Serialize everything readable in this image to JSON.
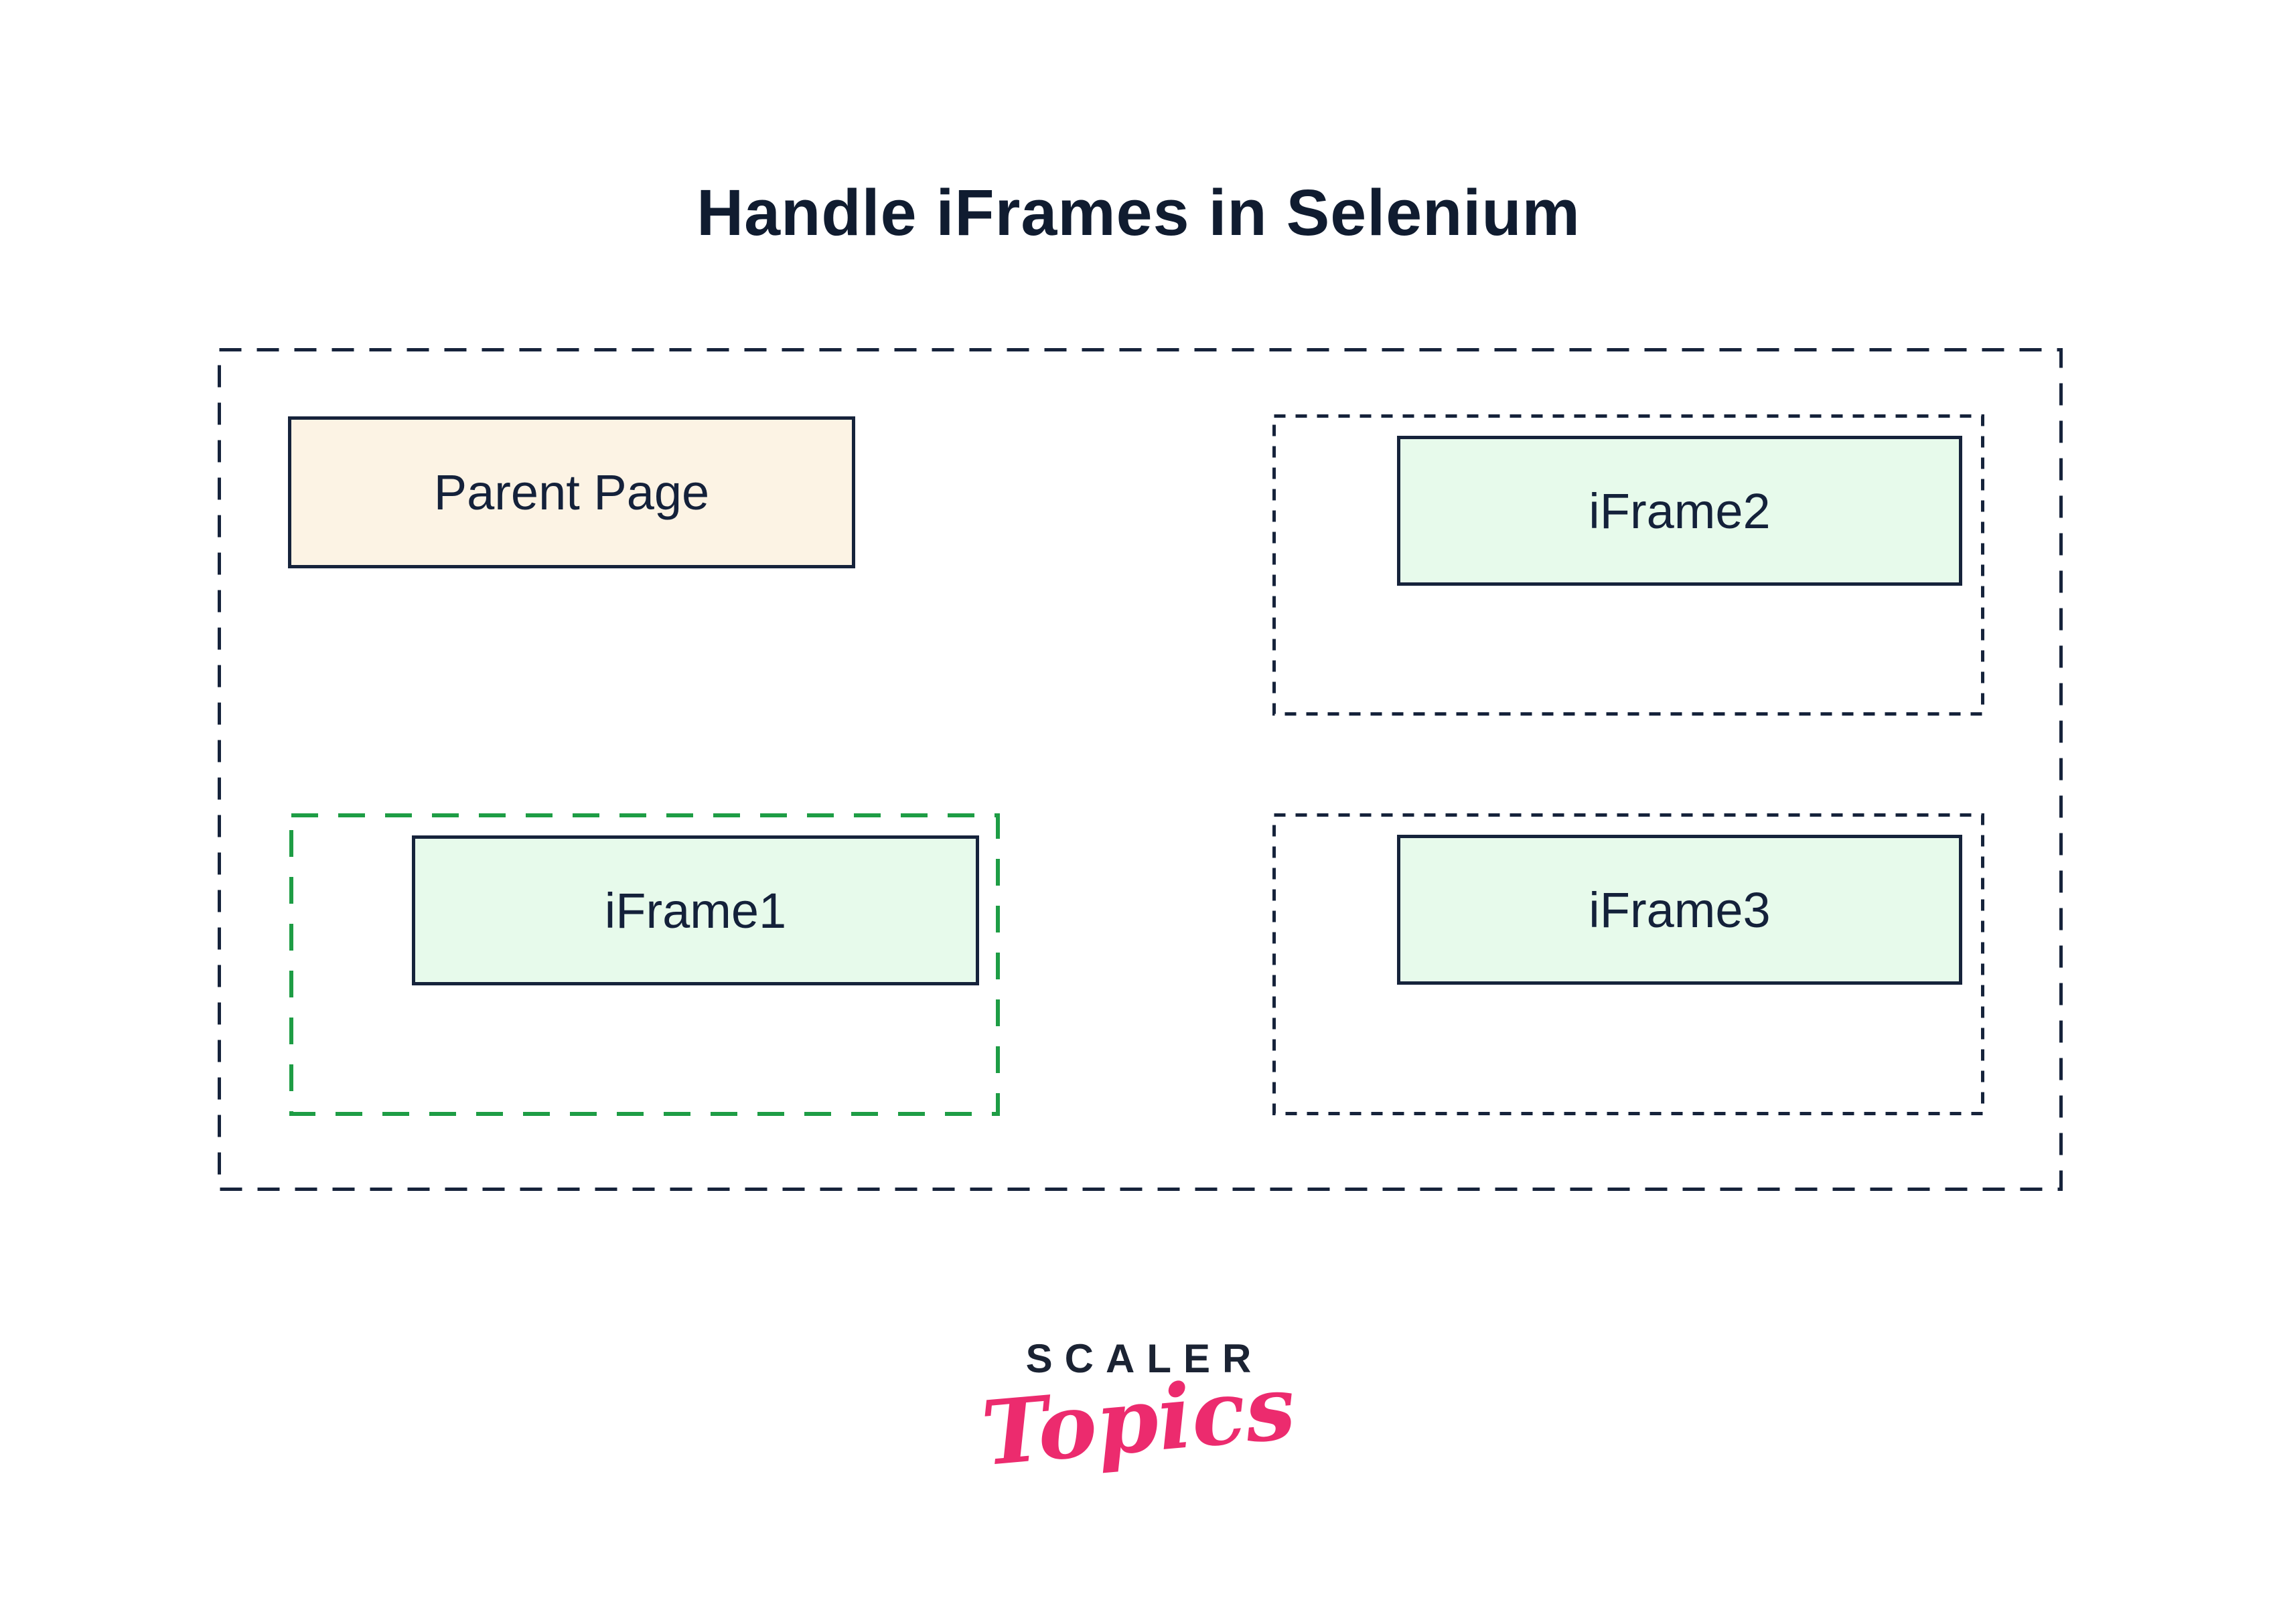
{
  "page": {
    "title": "Handle iFrames in Selenium"
  },
  "diagram": {
    "parent_page_label": "Parent Page",
    "iframe1_label": "iFrame1",
    "iframe2_label": "iFrame2",
    "iframe3_label": "iFrame3"
  },
  "logo": {
    "brand": "SCALER",
    "product": "Topics"
  },
  "colors": {
    "navy_border": "#16233b",
    "title_text": "#101c30",
    "parent_fill": "#fcf3e4",
    "iframe_fill": "#e7faeb",
    "green_dash": "#1e9d45",
    "logo_navy": "#1b2333",
    "logo_pink": "#ec2b6e"
  }
}
